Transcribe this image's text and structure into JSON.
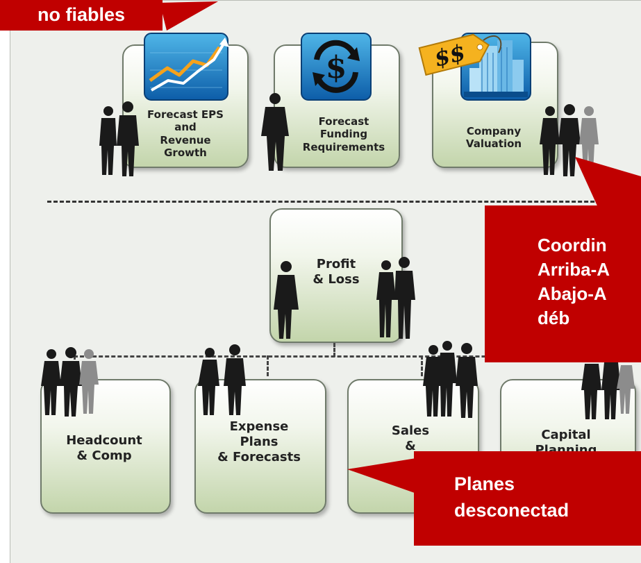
{
  "top_callout": "no fiables",
  "boxes": {
    "forecast_eps": "Forecast EPS\nand\nRevenue\nGrowth",
    "forecast_funding": "Forecast\nFunding\nRequirements",
    "company_valuation": "Company\nValuation",
    "profit_loss": "Profit\n& Loss",
    "headcount": "Headcount\n& Comp",
    "expense": "Expense\nPlans\n& Forecasts",
    "sales": "Sales\n&",
    "capital": "Capital\nPlanning"
  },
  "right_callout": "Coordin\nArriba-A\nAbajo-A\ndéb",
  "bottom_callout": "Planes\ndesconectad",
  "colors": {
    "callout_red": "#c00000",
    "box_green": "#c3d5ab",
    "panel_bg": "#eef0ec"
  },
  "icons": [
    "growth-chart-icon",
    "dollar-cycle-icon",
    "dollar-price-tag-icon",
    "building-icon",
    "business-people-silhouette-icon"
  ]
}
